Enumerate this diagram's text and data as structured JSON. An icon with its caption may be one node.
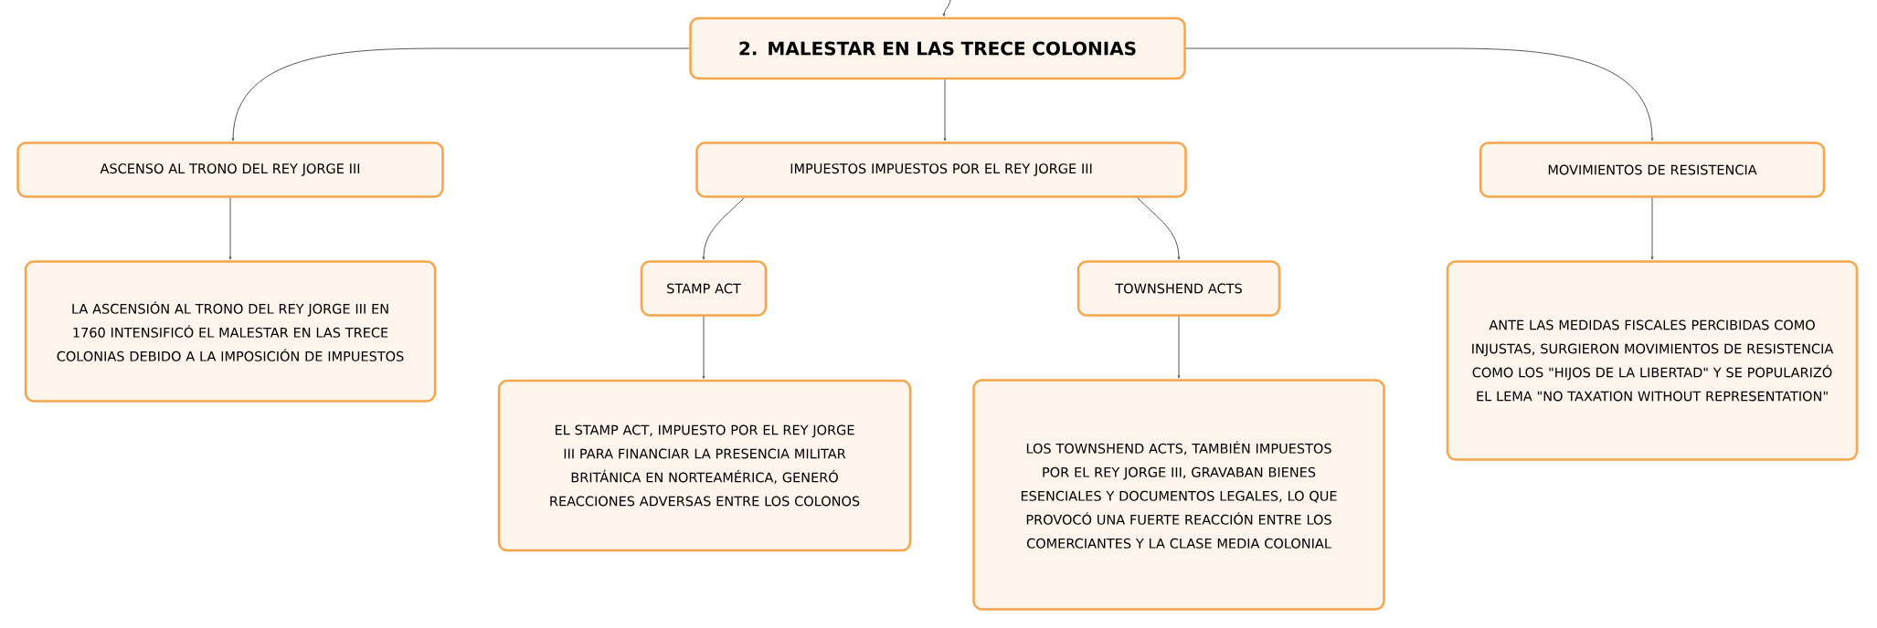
{
  "diagram": {
    "nodes": [
      {
        "text": [
          "2. MALESTAR EN LAS TRECE COLONIAS"
        ]
      },
      {
        "text": [
          "ASCENSO AL TRONO DEL REY JORGE III"
        ]
      },
      {
        "text": [
          "IMPUESTOS IMPUESTOS POR EL REY JORGE III"
        ]
      },
      {
        "text": [
          "MOVIMIENTOS DE RESISTENCIA"
        ]
      },
      {
        "text": [
          "LA ASCENSIÓN AL TRONO DEL REY JORGE III EN 1760 INTENSIFICÓ EL MALESTAR EN LAS TRECE COLONIAS DEBIDO A LA IMPOSICIÓN DE IMPUESTOS"
        ]
      },
      {
        "text": [
          "STAMP ACT"
        ]
      },
      {
        "text": [
          "TOWNSHEND ACTS"
        ]
      },
      {
        "text": [
          "ANTE LAS MEDIDAS FISCALES PERCIBIDAS COMO INJUSTAS, SURGIERON MOVIMIENTOS DE RESISTENCIA COMO LOS \"HIJOS DE LA LIBERTAD\" Y SE POPULARIZÓ EL LEMA \"NO TAXATION WITHOUT REPRESENTATION\""
        ]
      },
      {
        "text": [
          "EL STAMP ACT, IMPUESTO POR EL REY JORGE III PARA FINANCIAR LA PRESENCIA MILITAR BRITÁNICA EN NORTEAMÉRICA, GENERÓ REACCIONES ADVERSAS ENTRE LOS COLONOS"
        ]
      },
      {
        "text": [
          "LOS TOWNSHEND ACTS, TAMBIÉN IMPUESTOS POR EL REY JORGE III, GRAVABAN BIENES ESENCIALES Y DOCUMENTOS LEGALES, LO QUE PROVOCÓ UNA FUERTE REACCIÓN ENTRE LOS COMERCIANTES Y LA CLASE MEDIA COLONIAL"
        ]
      }
    ],
    "edges": [
      {
        "from": null,
        "to": 0,
        "arrow": "to"
      },
      {
        "from": 0,
        "to": 1,
        "arrow": "to"
      },
      {
        "from": 0,
        "to": 2,
        "arrow": "to"
      },
      {
        "from": 0,
        "to": 3,
        "arrow": "to"
      },
      {
        "from": 1,
        "to": 4,
        "arrow": "to"
      },
      {
        "from": 2,
        "to": 5,
        "arrow": "to"
      },
      {
        "from": 2,
        "to": 6,
        "arrow": "to"
      },
      {
        "from": 3,
        "to": 7,
        "arrow": "to"
      },
      {
        "from": 5,
        "to": 8,
        "arrow": "to"
      },
      {
        "from": 6,
        "to": 9,
        "arrow": "to"
      }
    ]
  }
}
